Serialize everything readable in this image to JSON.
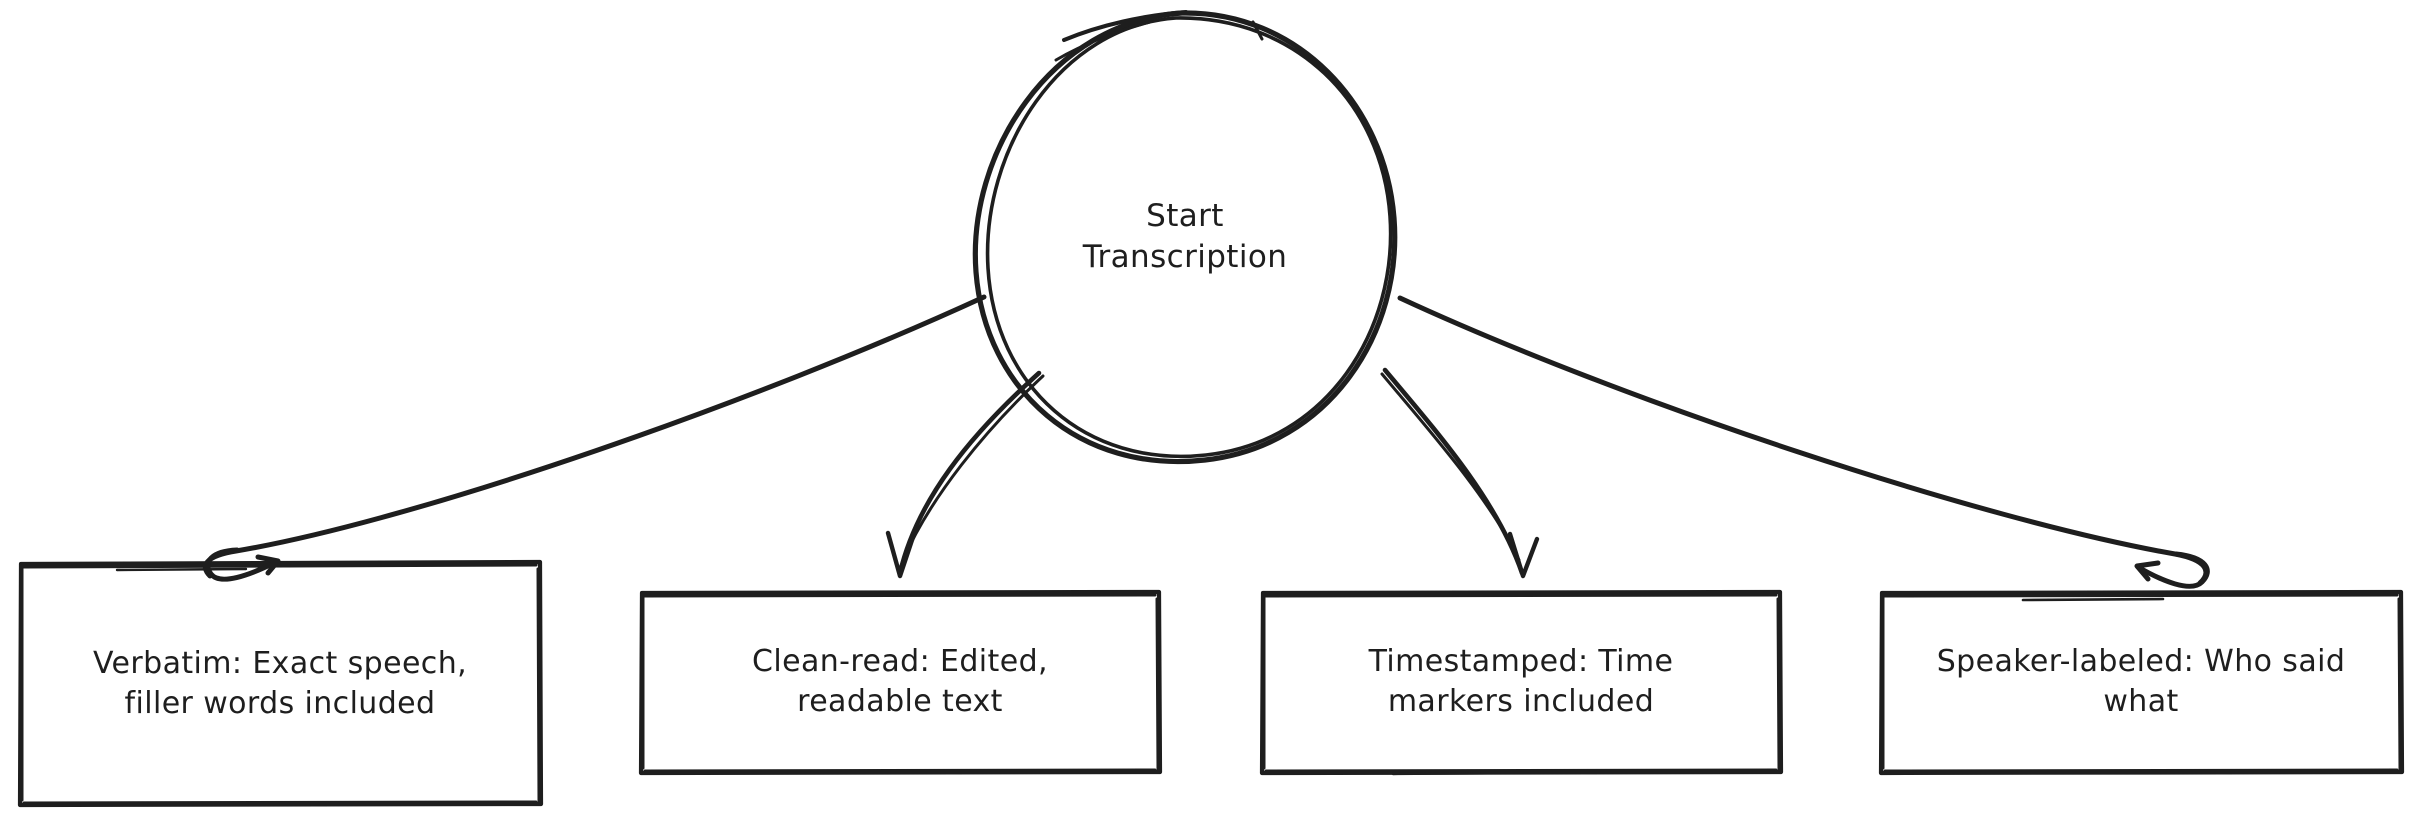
{
  "diagram": {
    "title_node": {
      "id": "start-transcription",
      "shape": "ellipse",
      "label": "Start\nTranscription"
    },
    "stroke_color": "#1e1e1e",
    "background_color": "#ffffff",
    "nodes": [
      {
        "id": "verbatim",
        "shape": "rectangle",
        "label": "Verbatim: Exact speech,\nfiller words included"
      },
      {
        "id": "clean-read",
        "shape": "rectangle",
        "label": "Clean-read: Edited,\nreadable text"
      },
      {
        "id": "timestamped",
        "shape": "rectangle",
        "label": "Timestamped: Time\nmarkers included"
      },
      {
        "id": "speaker-labeled",
        "shape": "rectangle",
        "label": "Speaker-labeled: Who said\nwhat"
      }
    ],
    "edges": [
      {
        "from": "start-transcription",
        "to": "verbatim",
        "style": "curved-arrow"
      },
      {
        "from": "start-transcription",
        "to": "clean-read",
        "style": "curved-arrow"
      },
      {
        "from": "start-transcription",
        "to": "timestamped",
        "style": "curved-arrow"
      },
      {
        "from": "start-transcription",
        "to": "speaker-labeled",
        "style": "curved-arrow"
      }
    ]
  }
}
